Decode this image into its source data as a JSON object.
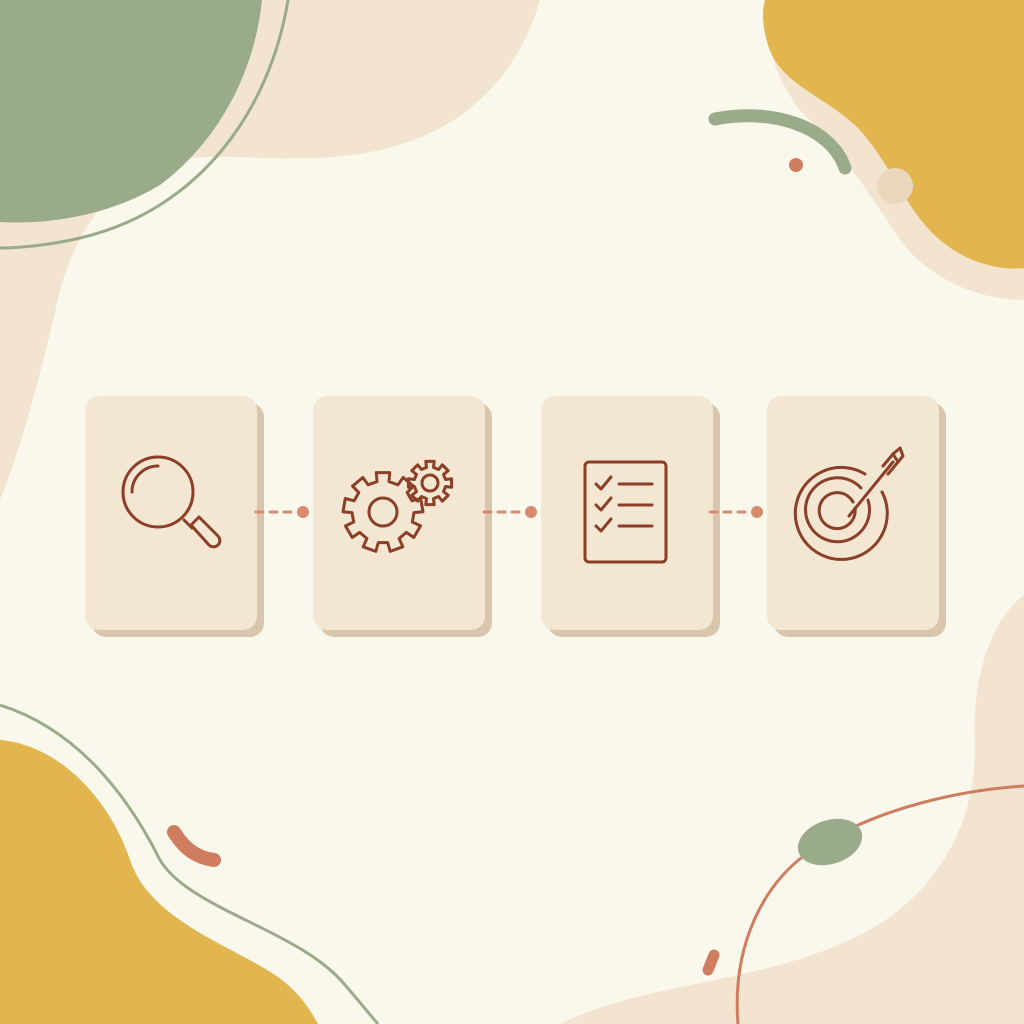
{
  "palette": {
    "background": "#faf8ec",
    "card": "#f3e6d3",
    "card_shadow": "#d9c6ad",
    "icon_stroke": "#8c3f26",
    "connector": "#d98a6c",
    "sage": "#9aab8a",
    "mustard": "#e2b54f",
    "sand": "#f2e4cf",
    "terracotta": "#cf7c5f"
  },
  "steps": [
    {
      "icon": "magnifying-glass-icon"
    },
    {
      "icon": "gears-icon"
    },
    {
      "icon": "checklist-icon"
    },
    {
      "icon": "target-arrow-icon"
    }
  ],
  "connectors": [
    "dotted-connector",
    "dotted-connector",
    "dotted-connector"
  ]
}
